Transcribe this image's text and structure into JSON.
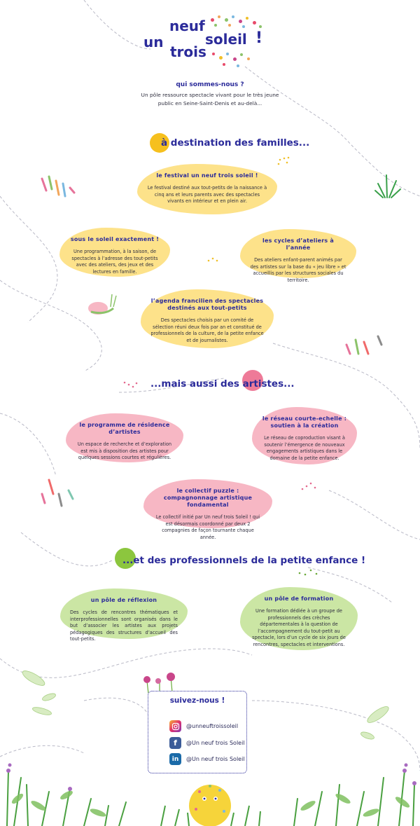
{
  "logo": {
    "w1": "un",
    "w2": "neuf",
    "w3": "trois",
    "w4": "soleil",
    "w5": "!"
  },
  "intro": {
    "title": "qui sommes-nous ?",
    "line1": "Un pôle ressource spectacle vivant pour le très jeune",
    "line2": "public en Seine-Saint-Denis et au-delà..."
  },
  "families": {
    "heading": "à destination des familles...",
    "cards": [
      {
        "title": "le festival un neuf trois soleil !",
        "text": "Le festival destiné aux tout-petits de la naissance à cinq ans et leurs parents avec des spectacles vivants en intérieur et en plein air."
      },
      {
        "title": "sous le soleil exactement !",
        "text": "Une programmation, à la saison, de spectacles à l’adresse des tout-petits avec des ateliers, des jeux et des lectures en famille."
      },
      {
        "title": "les cycles d’ateliers à l’année",
        "text": "Des ateliers enfant-parent animés par des artistes sur la base du « jeu libre » et accueillis par les structures sociales du territoire."
      },
      {
        "title": "l’agenda francilien des spectacles destinés aux tout-petits",
        "text": "Des spectacles choisis par un comité de sélection réuni deux fois par an et constitué de professionnels de la culture, de la petite enfance et de journalistes."
      }
    ]
  },
  "artists": {
    "heading": "...mais aussi des artistes...",
    "cards": [
      {
        "title": "le programme de résidence d’artistes",
        "text": "Un espace de recherche et d’exploration est mis à disposition des artistes pour quelques sessions courtes et régulières."
      },
      {
        "title": "le réseau courte-echelle : soutien à la création",
        "text": "Le réseau de coproduction visant à soutenir l’émergence de nouveaux engagements artistiques dans le domaine de la petite enfance."
      },
      {
        "title": "le collectif puzzle : compagnonnage artistique fondamental",
        "text": "Le collectif initié par Un neuf trois Soleil ! qui est désormais coordonné par deux 2 compagnies de façon tournante chaque année."
      }
    ]
  },
  "pros": {
    "heading": "...et des professionnels de la petite enfance !",
    "cards": [
      {
        "title": "un pôle de réflexion",
        "text": "Des cycles de rencontres thématiques et interprofessionnelles sont organisés dans le but d’associer les artistes aux projets pédagogiques des structures d’accueil des tout-petits."
      },
      {
        "title": "un pôle de formation",
        "text": "Une formation dédiée à un groupe de professionnels des crèches départementales à la question de l’accompagnement du tout-petit au spectacle, lors d’un cycle de six jours de rencontres, spectacles et interventions."
      }
    ]
  },
  "follow": {
    "title": "suivez-nous !",
    "links": [
      {
        "icon": "instagram-icon",
        "label": "@unneuftroissoleil",
        "color": "#c8367a"
      },
      {
        "icon": "facebook-icon",
        "label": "@Un neuf trois Soleil",
        "color": "#3b5b98"
      },
      {
        "icon": "linkedin-icon",
        "label": "@Un neuf trois Soleil",
        "color": "#1a6aa8"
      }
    ]
  },
  "colors": {
    "navy": "#2b2b9a",
    "yellow": "#fde28a",
    "pink": "#f7b7c4",
    "green": "#cbe6a4"
  }
}
